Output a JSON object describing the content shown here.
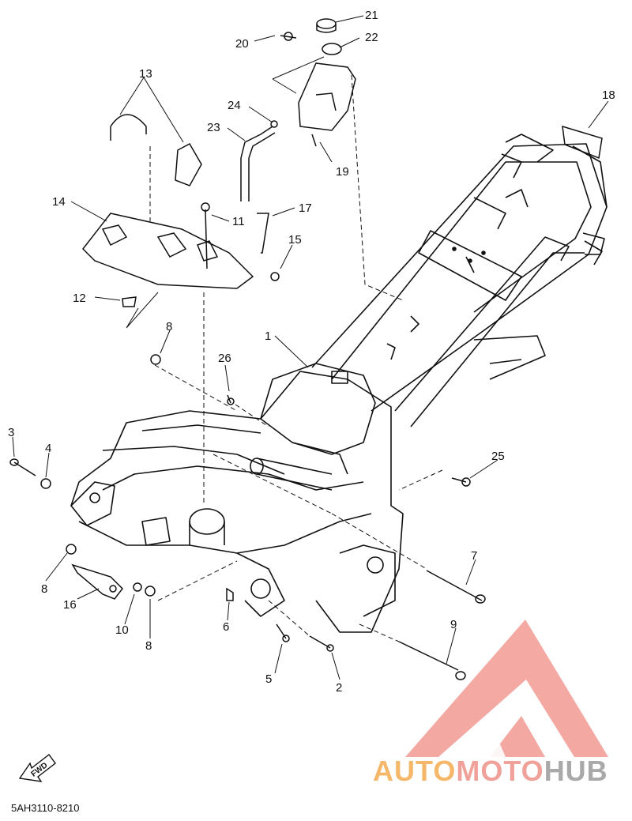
{
  "diagram": {
    "callouts": [
      {
        "id": "c1",
        "label": "1"
      },
      {
        "id": "c2",
        "label": "2"
      },
      {
        "id": "c3",
        "label": "3"
      },
      {
        "id": "c4",
        "label": "4"
      },
      {
        "id": "c5",
        "label": "5"
      },
      {
        "id": "c6",
        "label": "6"
      },
      {
        "id": "c7",
        "label": "7"
      },
      {
        "id": "c8a",
        "label": "8"
      },
      {
        "id": "c8b",
        "label": "8"
      },
      {
        "id": "c8c",
        "label": "8"
      },
      {
        "id": "c9",
        "label": "9"
      },
      {
        "id": "c10",
        "label": "10"
      },
      {
        "id": "c11",
        "label": "11"
      },
      {
        "id": "c12",
        "label": "12"
      },
      {
        "id": "c13",
        "label": "13"
      },
      {
        "id": "c14",
        "label": "14"
      },
      {
        "id": "c15",
        "label": "15"
      },
      {
        "id": "c16",
        "label": "16"
      },
      {
        "id": "c17",
        "label": "17"
      },
      {
        "id": "c18",
        "label": "18"
      },
      {
        "id": "c19",
        "label": "19"
      },
      {
        "id": "c20",
        "label": "20"
      },
      {
        "id": "c21",
        "label": "21"
      },
      {
        "id": "c22",
        "label": "22"
      },
      {
        "id": "c23",
        "label": "23"
      },
      {
        "id": "c24",
        "label": "24"
      },
      {
        "id": "c25",
        "label": "25"
      },
      {
        "id": "c26",
        "label": "26"
      }
    ],
    "part_code": "5AH3110-8210",
    "fwd_label": "FWD"
  },
  "watermark": {
    "text_part1": "AUTO",
    "text_part2": "MOTO",
    "text_part3": "HUB",
    "color_part1": "#f5b86a",
    "color_part2": "#f0a29a",
    "color_part3": "#a9a9a9",
    "logo_color": "#f08c84"
  }
}
